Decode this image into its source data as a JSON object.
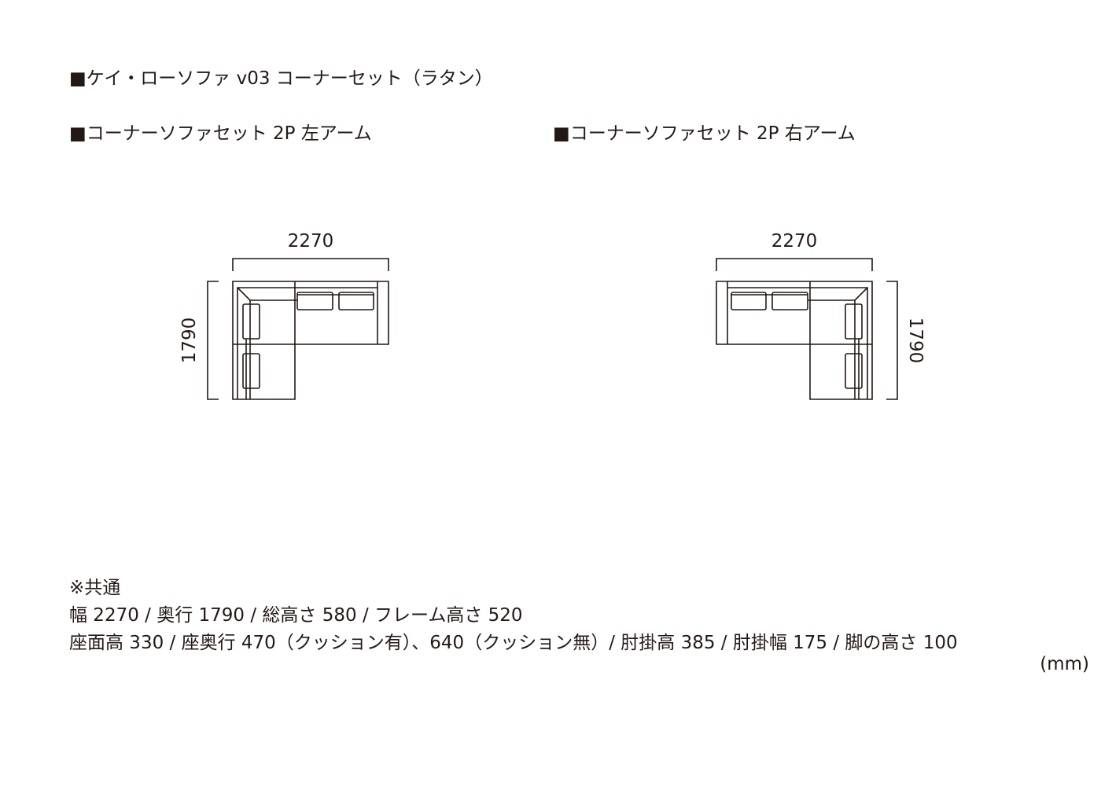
{
  "title": "■ケイ・ローソファ v03 コーナーセット（ラタン）",
  "diagrams": [
    {
      "heading": "■コーナーソファセット 2P 左アーム",
      "width": "2270",
      "depth": "1790"
    },
    {
      "heading": "■コーナーソファセット 2P 右アーム",
      "width": "2270",
      "depth": "1790"
    }
  ],
  "notes": {
    "label": "※共通",
    "line1": "幅 2270 / 奥行 1790 / 総高さ 580 / フレーム高さ 520",
    "line2": "座面高 330 / 座奥行 470（クッション有）、640（クッション無）/ 肘掛高 385 / 肘掛幅 175 / 脚の高さ 100",
    "unit": "(mm)"
  }
}
